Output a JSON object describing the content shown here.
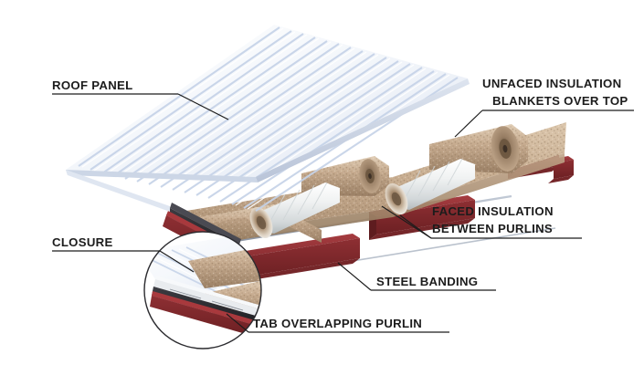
{
  "diagram": {
    "title": "Metal Building Roof Insulation Assembly",
    "type": "isometric-cutaway"
  },
  "labels": {
    "roof_panel": "ROOF PANEL",
    "unfaced_line1": "UNFACED INSULATION",
    "unfaced_line2": "BLANKETS OVER TOP",
    "faced_line1": "FACED INSULATION",
    "faced_line2": "BETWEEN PURLINS",
    "steel_banding": "STEEL BANDING",
    "closure": "CLOSURE",
    "tab_overlapping_purlin": "TAB OVERLAPPING PURLIN"
  },
  "colors": {
    "background": "#ffffff",
    "roof_panel_light": "#f2f5fa",
    "roof_panel_rib": "#c6d3e8",
    "roof_panel_edge": "#aab8d0",
    "insulation_tan": "#c3a98e",
    "insulation_tan_light": "#d8c4ab",
    "insulation_tan_dark": "#9c8167",
    "faced_white": "#eef0f0",
    "faced_white_shadow": "#c3c8cc",
    "purlin_red": "#8e2f33",
    "purlin_red_dark": "#6d2124",
    "purlin_red_light": "#a8393d",
    "steel_band": "#9aa5b5",
    "dark_metal": "#2b2b2f",
    "leader_line": "#1c1c1c",
    "text": "#1c1c1c"
  },
  "components": [
    {
      "name": "roof-panel",
      "description": "Ribbed metal roof panel sheet"
    },
    {
      "name": "unfaced-insulation-blanket",
      "description": "Tan fiberglass blanket rolls over purlin tops"
    },
    {
      "name": "faced-insulation-roll",
      "description": "White vinyl faced insulation rolls between purlins"
    },
    {
      "name": "z-purlin",
      "description": "Dark red steel Z purlin"
    },
    {
      "name": "steel-banding",
      "description": "Thin steel band spanning under purlins"
    },
    {
      "name": "closure",
      "description": "Eave closure strip detail"
    },
    {
      "name": "insulation-tab",
      "description": "Insulation facing tab overlapping purlin"
    }
  ],
  "detail_callout": {
    "shape": "circle",
    "label": "magnified-eave-detail"
  }
}
